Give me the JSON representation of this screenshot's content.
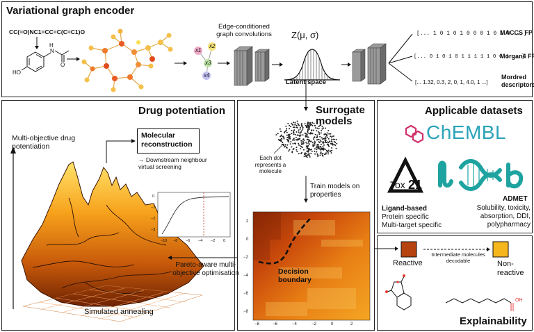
{
  "top": {
    "title": "Variational graph encoder",
    "smiles": "CC(=O)NC1=CC=C(C=C1)O",
    "ho_label": "HO",
    "h_label": "H",
    "n_label": "N",
    "o_label": "O",
    "conv_label": "Edge-conditioned graph convolutions",
    "z_label": "Z(μ, σ)",
    "latent_label": "Latent space",
    "node_labels": [
      "x1",
      "x2",
      "x3",
      "x4"
    ],
    "fps": [
      {
        "bits": "[... 1 0 1 0 1 0 0 0 1 0 1 0 ...]",
        "name": "MACCS FP"
      },
      {
        "bits": "[... 0 1 0 1 0 1 1 1 1 1 0 0 1 ...]",
        "name": "Morgan4 FP"
      },
      {
        "bits": "[... 1.32, 0.3, 2, 0, 1, 4.0, 1 ...]",
        "name": "Mordred descriptors"
      }
    ]
  },
  "drug": {
    "title": "Drug potentiation",
    "axis_label": "Multi-objective drug potentiation",
    "reconstruction": "Molecular reconstruction",
    "downstream": "→ Downstream neighbour virtual screening",
    "sa_label": "Simulated annealing",
    "inset_xticks": [
      "−10",
      "−8",
      "−6",
      "−4",
      "−2",
      "0"
    ],
    "inset_yticks": [
      "0",
      "−1",
      "−2",
      "−3"
    ]
  },
  "surrogate": {
    "title": "Surrogate models",
    "dot_note": "Each dot represents a molecule",
    "train": "Train models on properties",
    "pareto": "Pareto-aware multi-objective optimisation",
    "boundary": "Decision boundary",
    "xticks": [
      "−8",
      "−6",
      "−4",
      "−2",
      "0",
      "2"
    ],
    "yticks": [
      "2",
      "0",
      "−2",
      "−4",
      "−6",
      "−8"
    ]
  },
  "datasets": {
    "title": "Applicable datasets",
    "chembl": "ChEMBL",
    "tox": "Tox",
    "tox_num": "21",
    "ligand": "Ligand-based",
    "ligand_lines": [
      "Protein specific",
      "Multi-target specific"
    ],
    "admet": "ADMET",
    "admet_lines": [
      "Solubility, toxicity,",
      "absorption, DDI,",
      "polypharmacy"
    ]
  },
  "explain": {
    "title": "Explainability",
    "reactive": "Reactive",
    "intermediate": "Intermediate molecules decodable",
    "non_reactive": "Non-reactive",
    "oh_label": "OH"
  },
  "colors": {
    "reactive": "#b5420f",
    "non_reactive": "#f5b71c",
    "chembl": "#2aa3b8",
    "dna": "#1ea3a0"
  }
}
